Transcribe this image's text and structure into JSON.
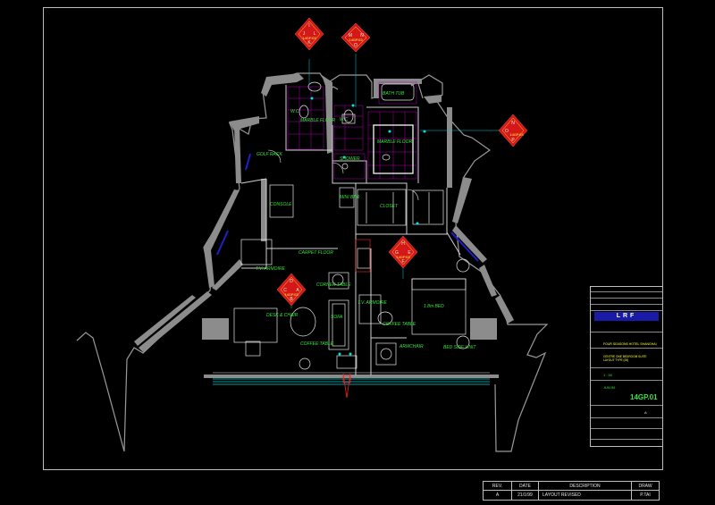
{
  "title_block": {
    "logo": "LRF",
    "project": "FOUR SEASONS HOTEL SHANGHAI",
    "drawing_title": "CENTRE ONE BEDROOM SUITE LAYOUT TYPE (28)",
    "scale": "1 : 50",
    "date": "JUN.99",
    "drawing_no": "14GP.01",
    "revision": "A"
  },
  "revision_table": {
    "headers": [
      "REV.",
      "DATE",
      "DESCRIPTION",
      "DRAW"
    ],
    "rows": [
      [
        "A",
        "21/1/99",
        "LAYOUT REVISED",
        "P.TAI"
      ]
    ]
  },
  "room_labels": {
    "bath_tub": "BATH TUB",
    "wc_left": "W.C",
    "marble_floor_left": "MARBLE FLOOR",
    "wc_mid": "W.C",
    "marble_floor_right": "MARBLE FLOOR",
    "shower": "SHOWER",
    "golf_rack": "GOLF RACK",
    "console": "CONSOLE",
    "mini_bar": "MINI BAR",
    "closet": "CLOSET",
    "tv_armoire_left": "T.V. ARMOIRE",
    "carpet_floor": "CARPET FLOOR",
    "corner_table": "CORNER TABLE",
    "desk_chair": "DESK & CHAIR",
    "sofa": "SOFA",
    "tv_armoire_mid": "T.V. ARMOIRE",
    "coffee_table_left": "COFFEE TABLE",
    "coffee_table_right": "COFFEE TABLE",
    "armchair": "ARMCHAIR",
    "king_bed": "1.8m BED",
    "bedside_unit": "BED SIDE UNIT"
  },
  "section_markers": {
    "ijkl": [
      "I",
      "J",
      "K",
      "L"
    ],
    "mnop_top": [
      "M",
      "N",
      "O"
    ],
    "nop_right": [
      "N",
      "O",
      "P"
    ],
    "efgh": [
      "E",
      "F",
      "G",
      "H"
    ],
    "abcd": [
      "A",
      "B",
      "C",
      "D"
    ],
    "sheet_ref": "14GP.03"
  },
  "colors": {
    "background": "#000000",
    "walls": "#9a9a9a",
    "room_text": "#35e33a",
    "marker": "#ff2020",
    "bathroom_tile": "#b000b0",
    "glazing": "#00d0d0"
  }
}
